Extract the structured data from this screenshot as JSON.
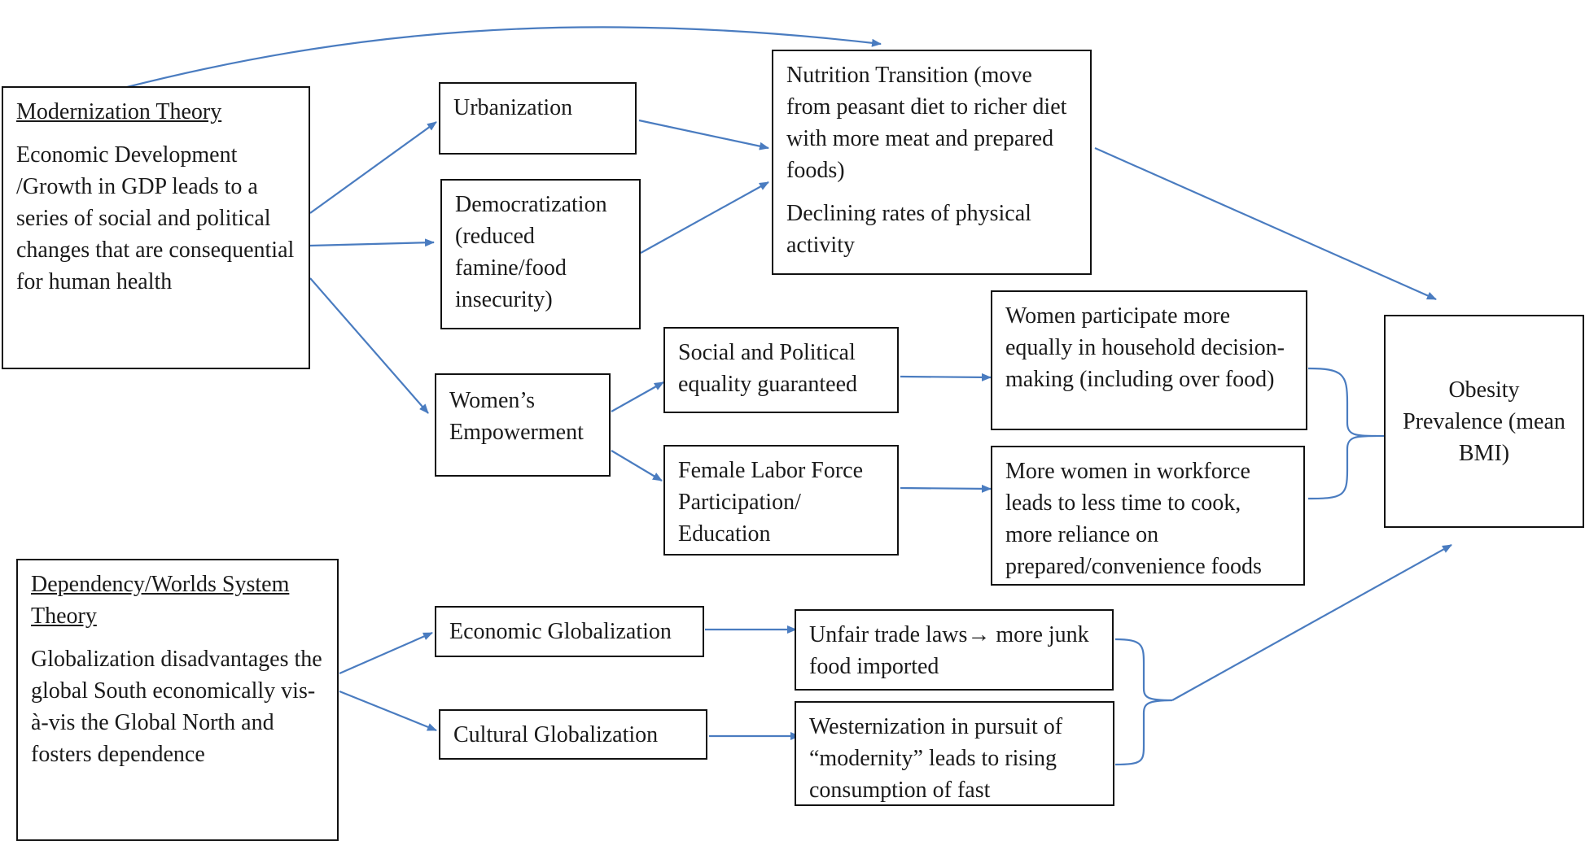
{
  "diagram": {
    "modernization": {
      "heading": "Modernization Theory",
      "body": "Economic Development /Growth in GDP leads to a series of social and political changes that are consequential for human health"
    },
    "urbanization": "Urbanization",
    "democratization": "Democratization (reduced famine/food insecurity)",
    "womens_empowerment": "Women’s Empowerment",
    "nutrition_transition": {
      "line1": "Nutrition Transition (move from peasant diet to richer diet with more meat and prepared foods)",
      "line2": "Declining rates of physical activity"
    },
    "social_political_equality": "Social and Political equality guaranteed",
    "female_labor": "Female Labor Force Participation/ Education",
    "women_decision_making": "Women participate more equally in household decision-making (including over food)",
    "women_workforce": "More women in workforce leads to less time to cook, more reliance on prepared/convenience foods",
    "obesity": "Obesity Prevalence (mean BMI)",
    "dependency": {
      "heading": "Dependency/Worlds System Theory",
      "body": "Globalization disadvantages the global South economically vis-à-vis the Global North and fosters dependence"
    },
    "economic_globalization": "Economic Globalization",
    "cultural_globalization": "Cultural Globalization",
    "unfair_trade": "Unfair trade laws→ more junk food imported",
    "westernization": "Westernization in pursuit of “modernity” leads to rising consumption of fast"
  },
  "colors": {
    "arrow": "#4a7cc0",
    "border": "#111111"
  }
}
